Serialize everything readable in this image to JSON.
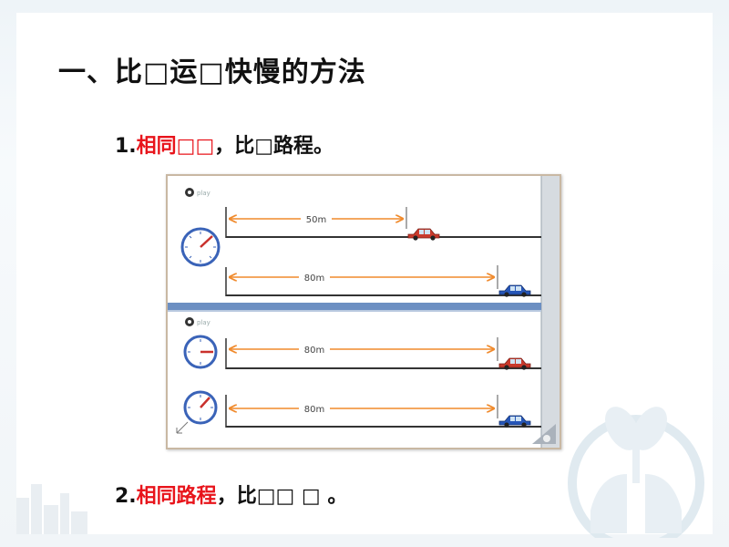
{
  "slide": {
    "title": "一、比□运□快慢的方法",
    "line1": {
      "number": "1.",
      "highlight": "相同□□",
      "rest": "，比□路程。"
    },
    "line2": {
      "number": "2.",
      "highlight": "相同路程",
      "rest": "，比□□ □ 。"
    }
  },
  "animation": {
    "top": {
      "play_label": "play",
      "track1": {
        "distance": "50m",
        "car_color": "red"
      },
      "track2": {
        "distance": "80m",
        "car_color": "blue"
      }
    },
    "bottom": {
      "play_label": "play",
      "track1": {
        "distance": "80m",
        "car_color": "red"
      },
      "track2": {
        "distance": "80m",
        "car_color": "blue"
      }
    }
  },
  "colors": {
    "highlight": "#e8141b",
    "divider": "#6c8fc2",
    "arrow": "#f08a2c",
    "clock": "#3a63b8",
    "car_red": "#c93a2c",
    "car_blue": "#2656b8"
  }
}
